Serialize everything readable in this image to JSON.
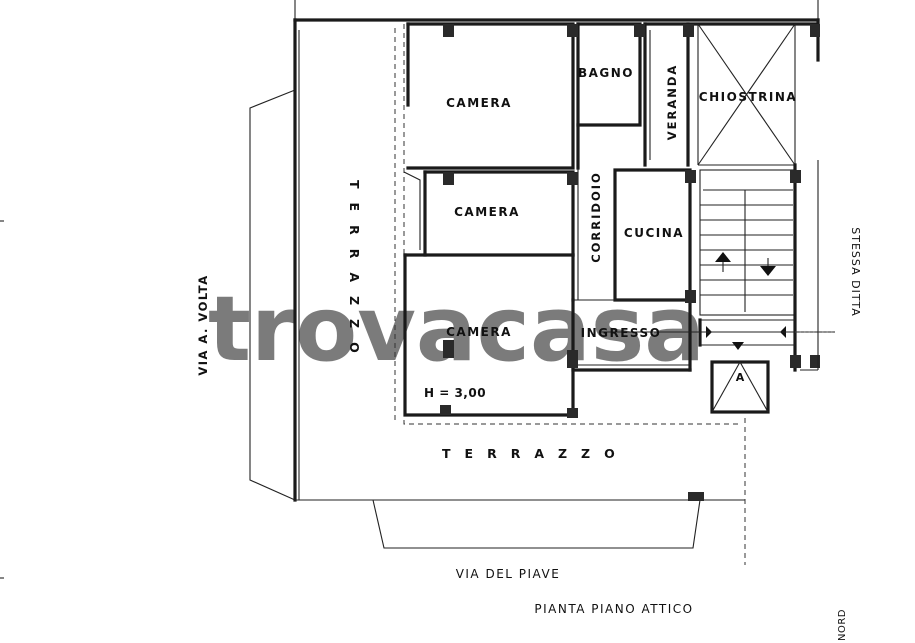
{
  "rooms": {
    "camera_1": "CAMERA",
    "camera_2": "CAMERA",
    "camera_3": "CAMERA",
    "bagno": "BAGNO",
    "veranda": "VERANDA",
    "chiostrina": "CHIOSTRINA",
    "corridoio": "CORRIDOIO",
    "cucina": "CUCINA",
    "ingresso": "INGRESSO",
    "terrazzo_left": "TERRAZZO",
    "terrazzo_bottom": "TERRAZZO",
    "ceiling_height": "H = 3,00",
    "lift": "A"
  },
  "streets": {
    "via_volta": "VIA A. VOLTA",
    "via_piave": "VIA DEL PIAVE",
    "stessa_ditta": "STESSA DITTA"
  },
  "title": "PIANTA PIANO ATTICO",
  "north": "NORD",
  "watermark": "trovacasa"
}
